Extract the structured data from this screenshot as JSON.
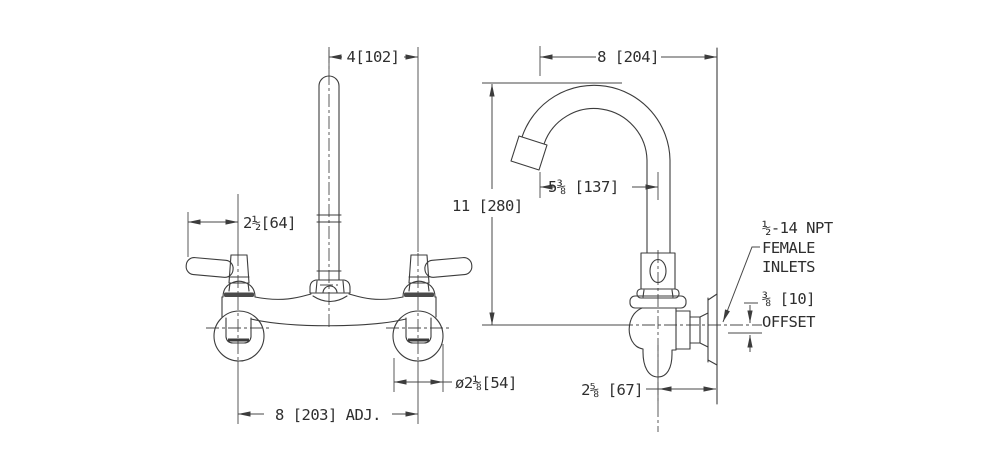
{
  "drawing_type": "faucet installation dimension drawing, front and side views",
  "colors": {
    "line": "#3c3c3c",
    "dimension": "#474747",
    "text": "#2e2e2e",
    "background": "#ffffff"
  },
  "front_view": {
    "dim_center_to_handle": "4[102]",
    "dim_handle_length": "2½[64]",
    "dim_flange_diameter": "ø2⅛[54]",
    "dim_inlet_spacing": "8 [203] ADJ."
  },
  "side_view": {
    "dim_wall_to_tip": "8 [204]",
    "dim_height": "11 [280]",
    "dim_tip_to_riser": "5⅜ [137]",
    "dim_wall_to_riser": "2⅝ [67]",
    "inlet_note_line1": "½-14 NPT",
    "inlet_note_line2": "FEMALE",
    "inlet_note_line3": "INLETS",
    "dim_offset_value": "⅜ [10]",
    "dim_offset_label": "OFFSET"
  }
}
